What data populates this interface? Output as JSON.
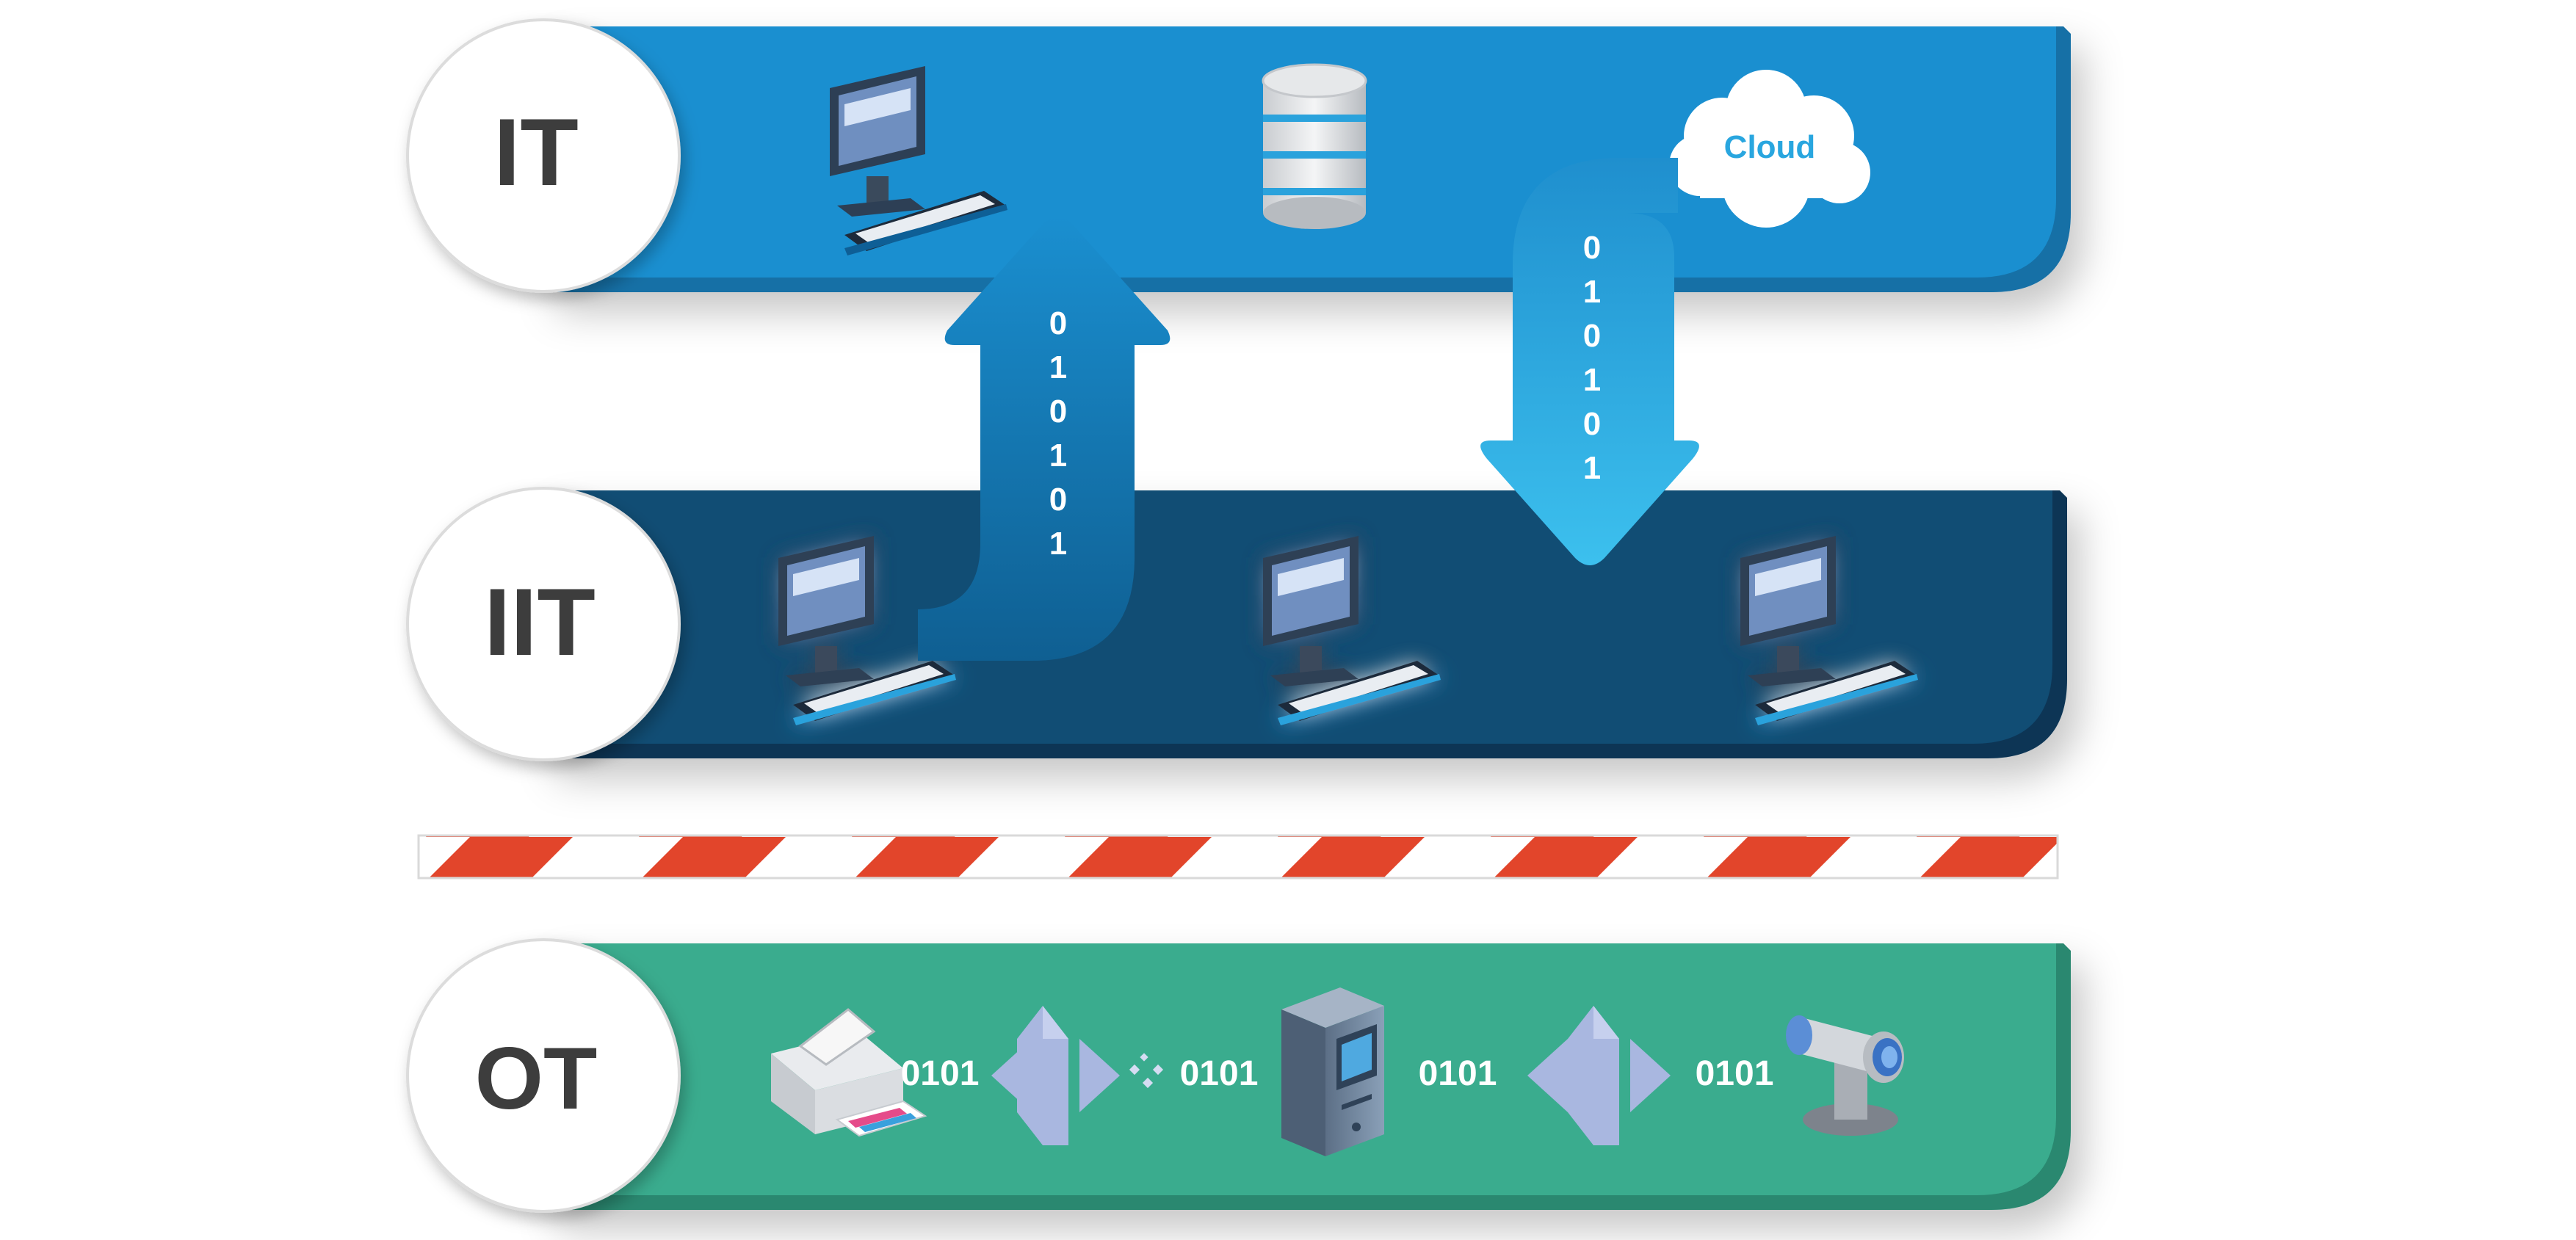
{
  "layers": {
    "it": {
      "label": "IT",
      "color": "#1a8fd0",
      "edge": "#136fa6"
    },
    "iit": {
      "label": "IIT",
      "color": "#114d74",
      "edge": "#0b3554"
    },
    "ot": {
      "label": "OT",
      "color": "#3aac8e",
      "edge": "#2a8870"
    }
  },
  "cloud": {
    "label": "Cloud",
    "text_color": "#29a6df"
  },
  "up_arrow_bits": [
    "0",
    "1",
    "0",
    "1",
    "0",
    "1"
  ],
  "down_arrow_bits": [
    "0",
    "1",
    "0",
    "1",
    "0",
    "1"
  ],
  "ot_links": [
    "0101",
    "0101",
    "0101",
    "0101"
  ],
  "barrier": {
    "stripe_color": "#e2452b",
    "base_color": "#ffffff"
  },
  "icons": {
    "it": [
      "desktop-computer-icon",
      "database-icon",
      "cloud-icon"
    ],
    "iit": [
      "desktop-computer-icon",
      "desktop-computer-icon",
      "desktop-computer-icon"
    ],
    "ot": [
      "printer-icon",
      "network-switch-icon",
      "server-tower-icon",
      "network-switch-icon",
      "pipe-valve-icon"
    ]
  }
}
